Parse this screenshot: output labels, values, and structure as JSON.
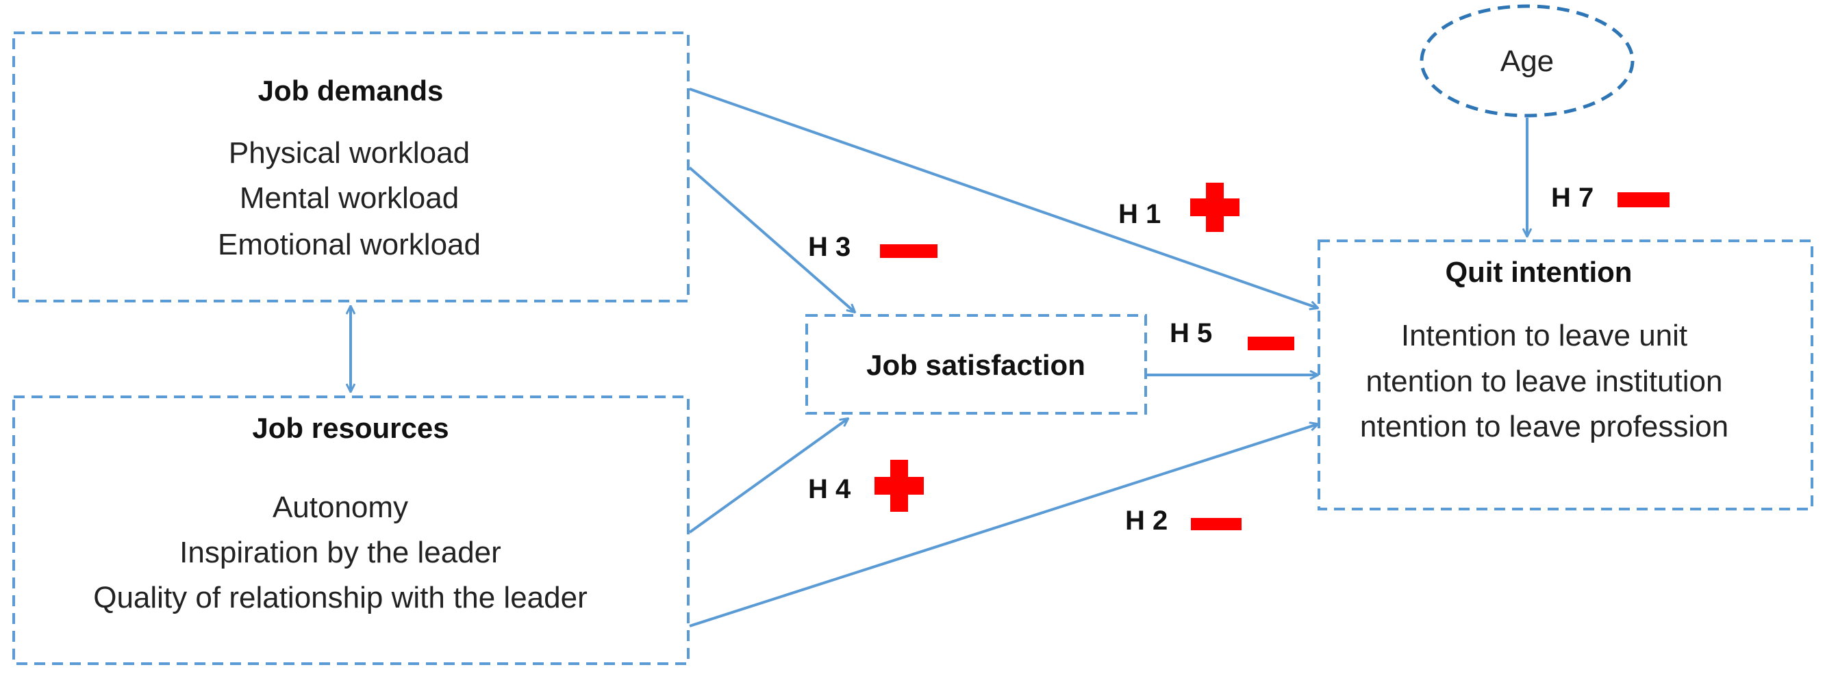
{
  "job_demands": {
    "title": "Job demands",
    "items": [
      "Physical workload",
      "Mental workload",
      "Emotional workload"
    ]
  },
  "job_resources": {
    "title": "Job resources",
    "items": [
      "Autonomy",
      "Inspiration by the leader",
      "Quality of relationship with the leader"
    ]
  },
  "job_satisfaction": {
    "title": "Job satisfaction"
  },
  "quit_intention": {
    "title": "Quit intention",
    "items": [
      "Intention to leave unit",
      "ntention to leave institution",
      "ntention to leave profession"
    ]
  },
  "age": {
    "label": "Age"
  },
  "hypotheses": [
    {
      "id": "h1",
      "label": "H 1",
      "sign": "+"
    },
    {
      "id": "h2",
      "label": "H 2",
      "sign": "−"
    },
    {
      "id": "h3",
      "label": "H 3",
      "sign": "−"
    },
    {
      "id": "h4",
      "label": "H 4",
      "sign": "+"
    },
    {
      "id": "h5",
      "label": "H 5",
      "sign": "−"
    },
    {
      "id": "h7",
      "label": "H 7",
      "sign": "−"
    }
  ],
  "colors": {
    "box_border": "#5b9bd5",
    "age_border": "#2e75b6",
    "arrow": "#5b9bd5",
    "sign": "#ff0000"
  }
}
